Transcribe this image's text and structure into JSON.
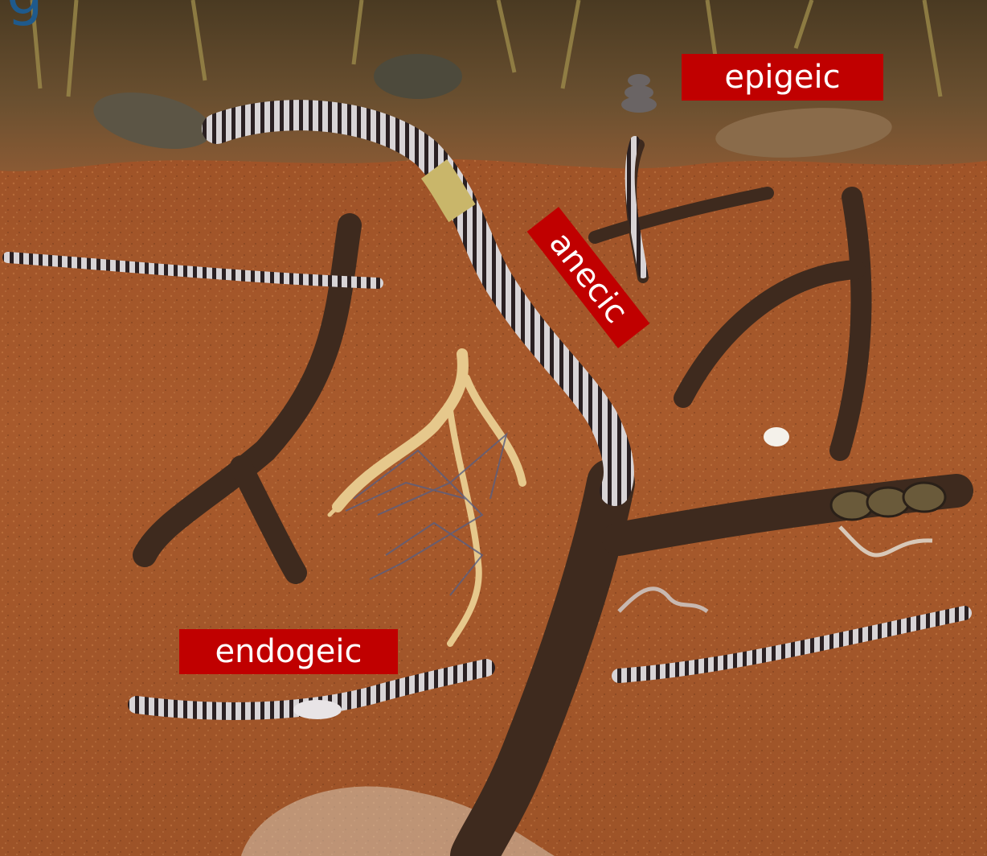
{
  "title_fragment": "g",
  "labels": {
    "epigeic": "epigeic",
    "anecic": "anecic",
    "endogeic": "endogeic"
  },
  "colors": {
    "label_background": "#c00000",
    "label_text": "#ffffff",
    "soil": "#a0552a",
    "title_fragment": "#1f5a8c"
  }
}
